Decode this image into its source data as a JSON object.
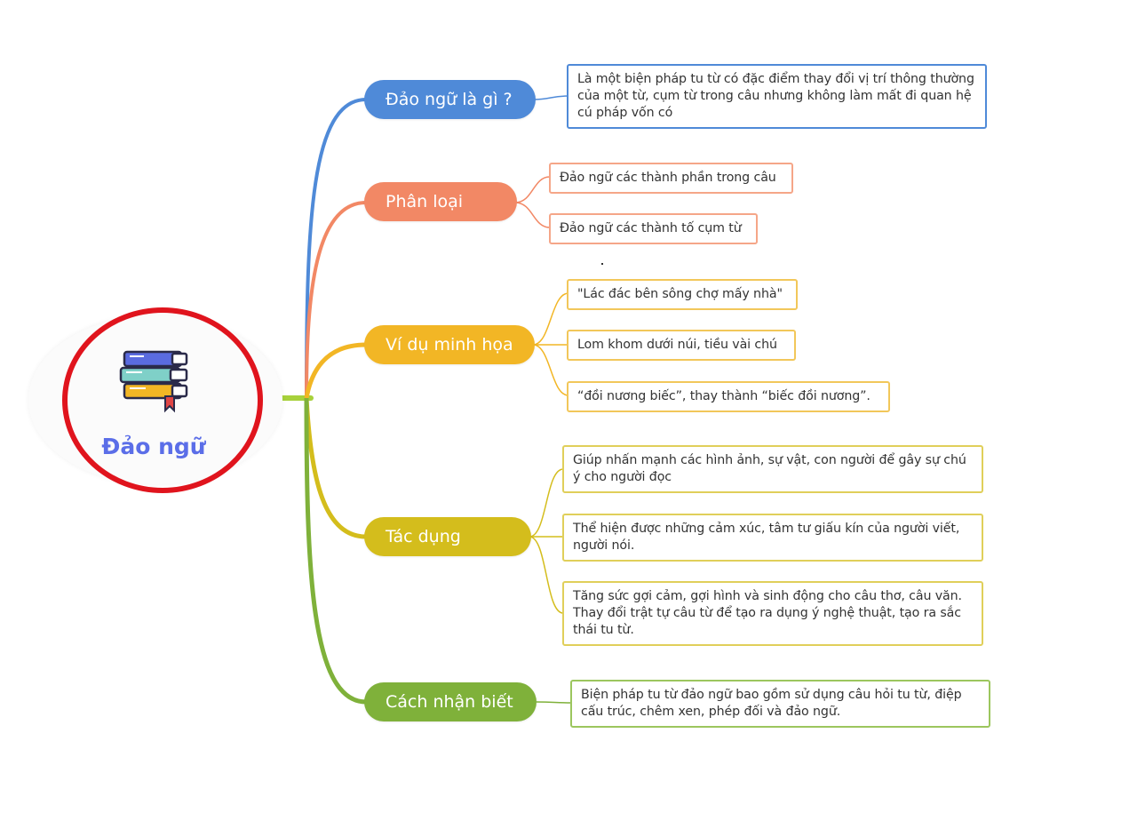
{
  "root": {
    "title": "Đảo ngữ",
    "icon": "books-icon"
  },
  "colors": {
    "root_title": "#5b6ee8",
    "root_ring": "#e0141d",
    "branch_1": "#4f8ad8",
    "branch_2": "#f28865",
    "branch_3": "#f2b625",
    "branch_4": "#d4bd1c",
    "branch_5": "#7fb13a"
  },
  "branches": [
    {
      "label": "Đảo ngữ là gì ?",
      "children": [
        "Là một biện pháp tu từ có đặc điểm thay đổi vị trí thông thường của một từ, cụm từ trong câu nhưng không làm mất đi quan hệ cú pháp vốn có"
      ]
    },
    {
      "label": "Phân loại",
      "children": [
        "Đảo ngữ các thành phần trong câu",
        "Đảo ngữ các thành tố cụm từ"
      ]
    },
    {
      "label": "Ví dụ minh họa",
      "children": [
        "\"Lác đác bên sông chợ mấy nhà\"",
        "Lom khom dưới núi, tiều vài chú",
        "“đồi nương biếc”, thay thành “biếc đồi nương”."
      ]
    },
    {
      "label": "Tác dụng",
      "children": [
        "Giúp nhấn mạnh các hình ảnh, sự vật, con người để gây sự chú ý cho người đọc",
        "Thể hiện được những cảm xúc, tâm tư giấu kín của người viết, người nói.",
        "Tăng sức gợi cảm, gợi hình và sinh động cho câu thơ, câu văn. Thay đổi trật tự câu từ để tạo ra dụng ý nghệ thuật, tạo ra sắc thái tu từ."
      ]
    },
    {
      "label": "Cách nhận biết",
      "children": [
        "Biện pháp tu từ đảo ngữ bao gồm sử dụng câu hỏi tu từ, điệp cấu trúc, chêm xen, phép đối và đảo ngữ."
      ]
    }
  ]
}
